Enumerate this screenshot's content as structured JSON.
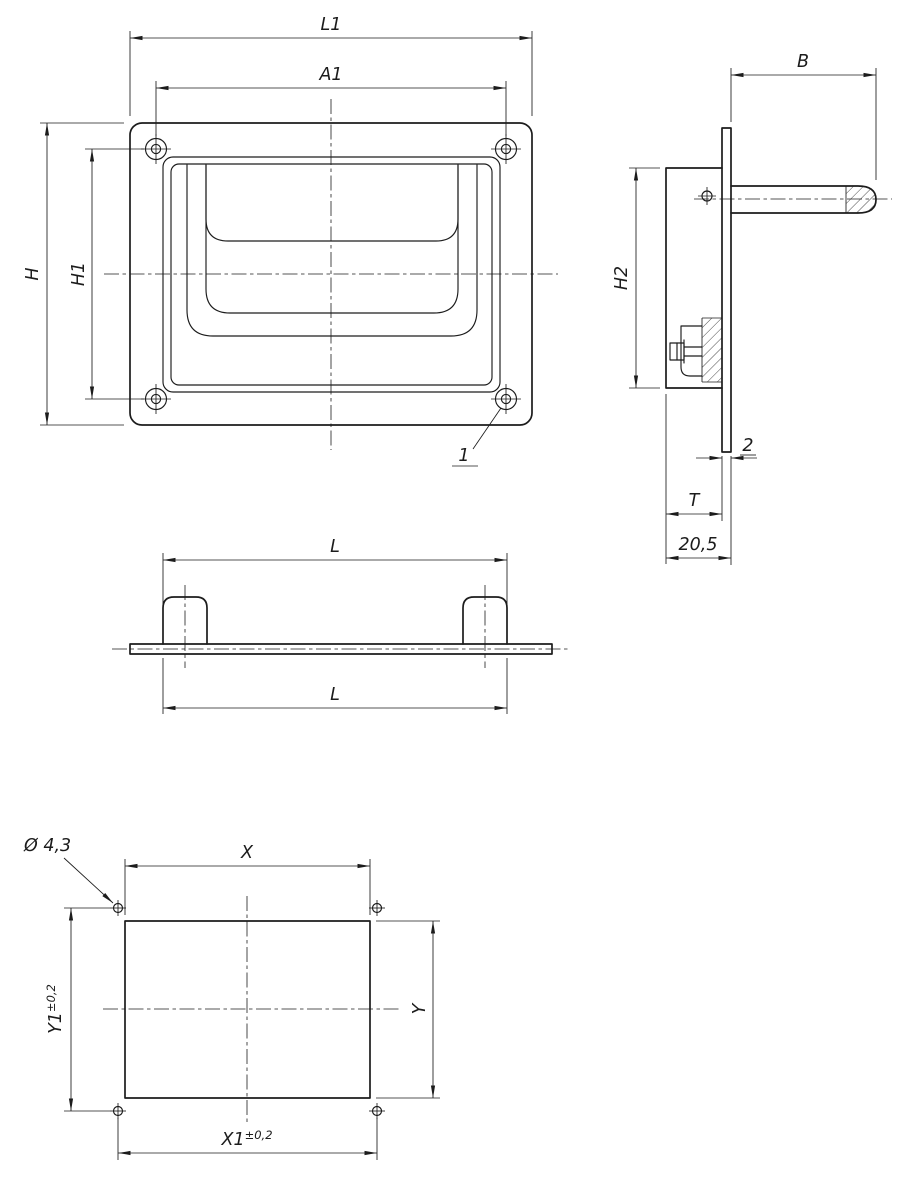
{
  "page": {
    "background": "#ffffff",
    "line_color": "#1c1c1c",
    "description": "Technical drawing, recessed folding handle with mounting cut-out"
  },
  "views": {
    "front": {
      "name": "front-view",
      "dims": {
        "l1": "L1",
        "a1": "A1",
        "h": "H",
        "h1": "H1"
      },
      "item_ref": "1"
    },
    "side": {
      "name": "side-view",
      "dims": {
        "b": "B",
        "h2": "H2",
        "plate_thickness": "2",
        "t": "T",
        "total_depth": "20,5"
      }
    },
    "top": {
      "name": "top-view",
      "dims": {
        "l_upper": "L",
        "l_lower": "L"
      }
    },
    "cutout": {
      "name": "mounting-cutout-view",
      "dims": {
        "x": "X",
        "y": "Y",
        "x1": "X1",
        "x1_tol": "±0,2",
        "y1": "Y1",
        "y1_tol": "±0,2",
        "hole_diameter": "Ø 4,3"
      }
    }
  }
}
